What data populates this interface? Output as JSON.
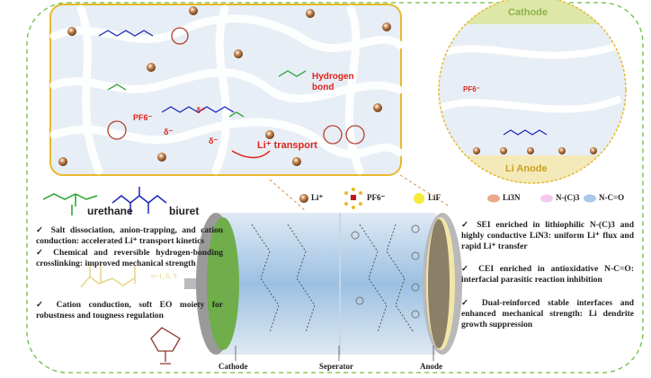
{
  "top_box": {
    "hydrogen_bond": "Hydrogen bond",
    "pf6": "PF6⁻",
    "delta_minus": "δ⁻",
    "delta_plus": "δ⁺",
    "li_transport": "Li⁺ transport"
  },
  "circle": {
    "cathode": "Cathode",
    "anode": "Li Anode",
    "pf6": "PF6⁻"
  },
  "structures": {
    "urethane": "urethane",
    "biuret": "biuret",
    "eo_repeat": "n=1, 6, 9"
  },
  "legend": [
    {
      "label": "Li⁺",
      "color": "#b5652b"
    },
    {
      "label": "PF6⁻",
      "color": "#c0161b"
    },
    {
      "label": "LiF",
      "color": "#f7ea3a"
    },
    {
      "label": "Li3N",
      "color": "#e9a98a"
    },
    {
      "label": "N-(C)3",
      "color": "#f3c9ef"
    },
    {
      "label": "N-C=O",
      "color": "#aac7ec"
    }
  ],
  "left_points": [
    "Salt dissociation, anion-trapping, and cation conduction: accelerated Li⁺ transport kinetics",
    "Chemical and reversible hydrogen-bonding crosslinking: improved mechanical strength",
    "Cation conduction, soft EO moiety for robustness and tougness regulation"
  ],
  "right_points": [
    "SEI enriched in lithiophilic N-(C)3 and highly conductive LiN3: uniform Li⁺ flux and rapid Li⁺ transfer",
    "CEI enriched in antioxidative N-C=O: interfacial parasitic reaction inhibition",
    "Dual-reinforced stable interfaces and enhanced mechanical strength: Li dendrite growth suppression"
  ],
  "battery": {
    "cathode": "Cathode",
    "separator": "Seperator",
    "anode": "Anode"
  },
  "check": "✓"
}
